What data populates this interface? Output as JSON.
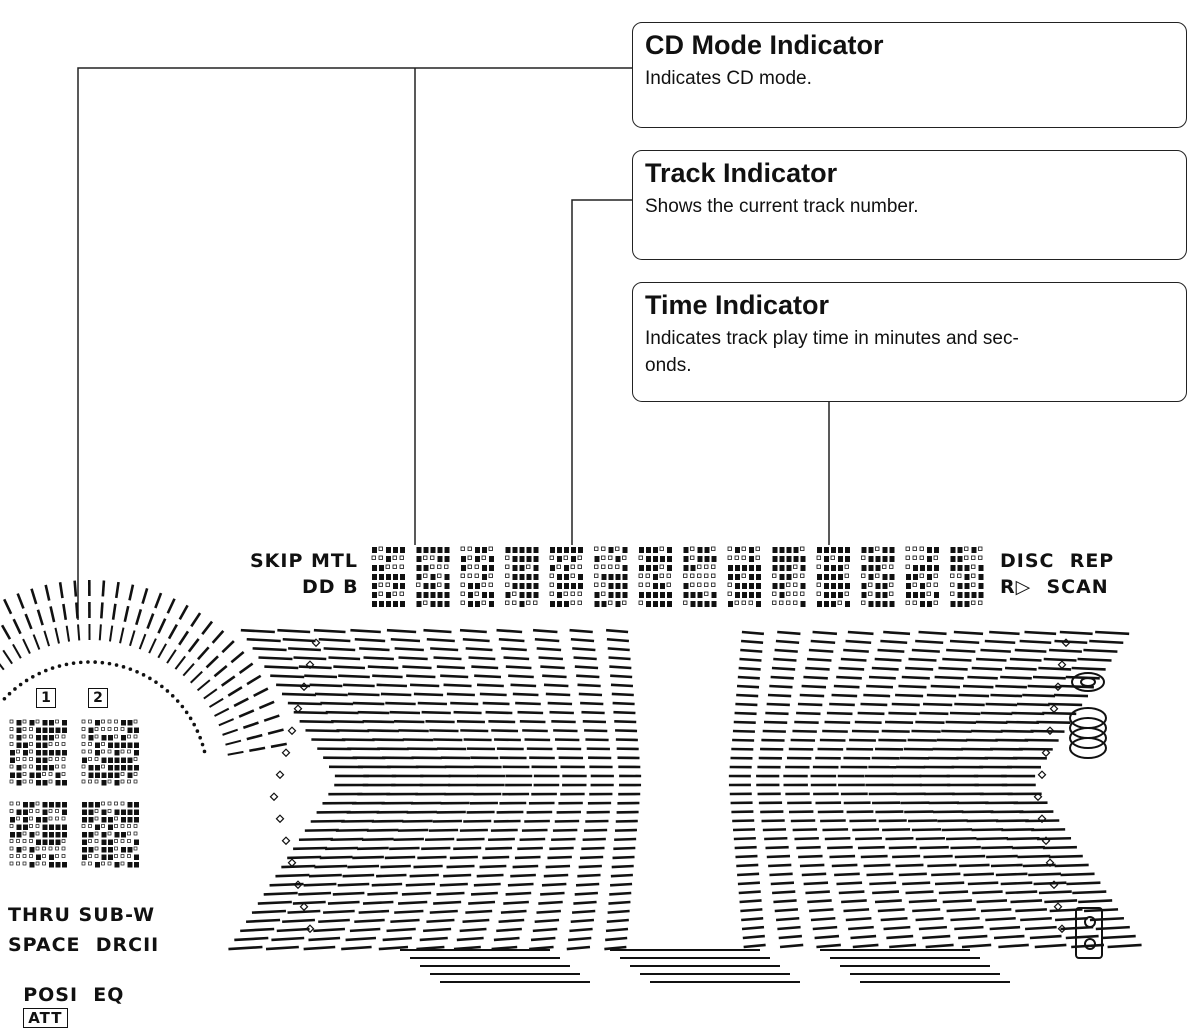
{
  "callouts": {
    "cd_mode": {
      "title": "CD Mode Indicator",
      "description": "Indicates CD mode."
    },
    "track": {
      "title": "Track Indicator",
      "description": "Shows the current track number."
    },
    "time": {
      "title": "Time Indicator",
      "description": "Indicates track play time in minutes and sec-\nonds."
    }
  },
  "display": {
    "top_left": [
      "SKIP MTL",
      "DD B"
    ],
    "top_right": [
      "DISC  REP",
      "R▷  SCAN"
    ],
    "channel_boxes": [
      "1",
      "2"
    ],
    "bottom_left": [
      "THRU SUB-W",
      "SPACE  DRCII",
      "POSI  EQ"
    ],
    "att_label": "ATT"
  },
  "colors": {
    "ink": "#111111",
    "background": "#ffffff"
  }
}
